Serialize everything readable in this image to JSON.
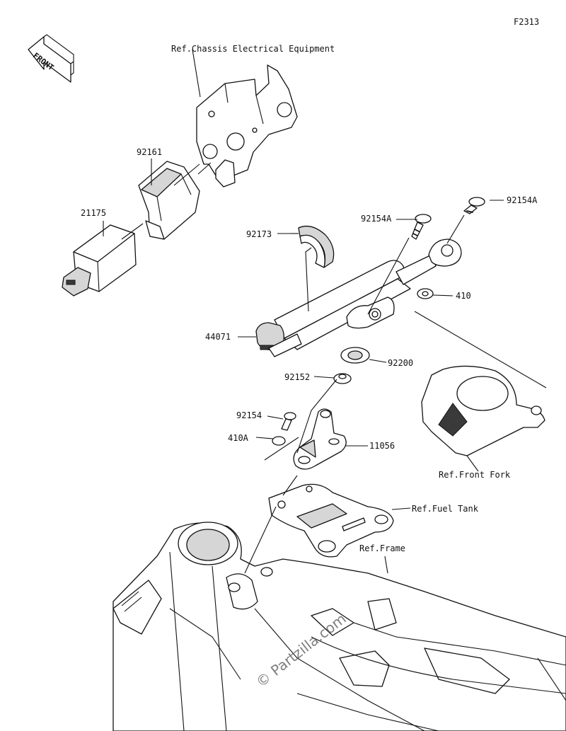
{
  "figure_code": "F2313",
  "front_arrow": {
    "label": "FRONT"
  },
  "refs": {
    "chassis_electrical": "Ref.Chassis Electrical Equipment",
    "front_fork": "Ref.Front Fork",
    "fuel_tank": "Ref.Fuel Tank",
    "frame": "Ref.Frame"
  },
  "parts": [
    {
      "id": "92161",
      "label": "92161"
    },
    {
      "id": "21175",
      "label": "21175"
    },
    {
      "id": "92173",
      "label": "92173"
    },
    {
      "id": "92154A_left",
      "label": "92154A"
    },
    {
      "id": "92154A_right",
      "label": "92154A"
    },
    {
      "id": "410",
      "label": "410"
    },
    {
      "id": "44071",
      "label": "44071"
    },
    {
      "id": "92200",
      "label": "92200"
    },
    {
      "id": "92152",
      "label": "92152"
    },
    {
      "id": "92154",
      "label": "92154"
    },
    {
      "id": "410A",
      "label": "410A"
    },
    {
      "id": "11056",
      "label": "11056"
    }
  ],
  "watermark": "© Partzilla.com"
}
